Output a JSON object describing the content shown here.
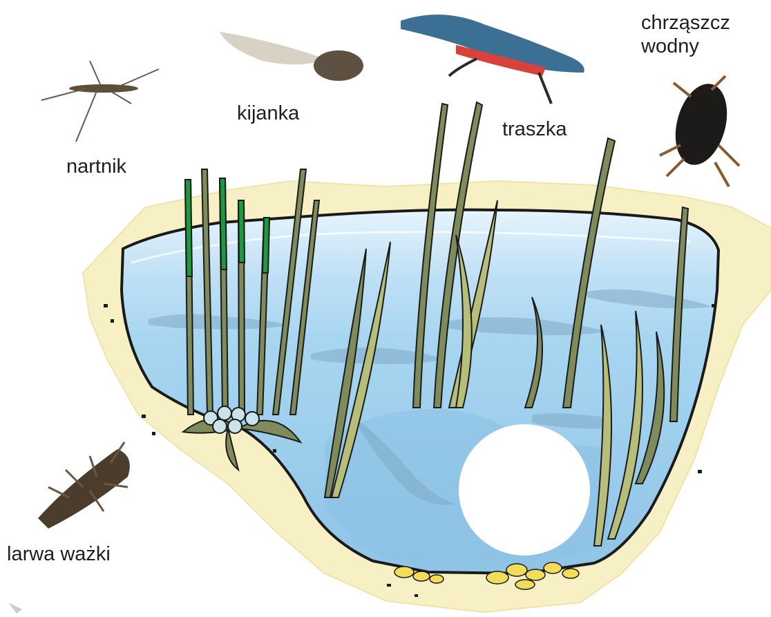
{
  "diagram": {
    "labels": {
      "nartnik": "nartnik",
      "kijanka": "kijanka",
      "traszka": "traszka",
      "chrzaszcz_line1": "chrząszcz",
      "chrzaszcz_line2": "wodny",
      "larwa": "larwa ważki"
    },
    "colors": {
      "water_light": "#cfe8f8",
      "water": "#9fd0ee",
      "water_deep": "#8cc2e4",
      "sand": "#f7f0c4",
      "sand_edge": "#efe4a8",
      "plant": "#7f8b5a",
      "plant_light": "#b7be7a",
      "reed_green": "#1e9a3c",
      "stone": "#f2dc5a",
      "outline": "#1a1a1a"
    }
  }
}
